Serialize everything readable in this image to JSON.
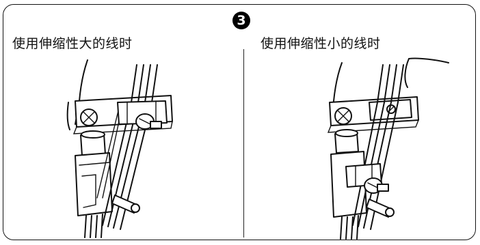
{
  "step_number": "3",
  "left_panel": {
    "caption": "使用伸缩性大的线时"
  },
  "right_panel": {
    "caption": "使用伸缩性小的线时"
  }
}
